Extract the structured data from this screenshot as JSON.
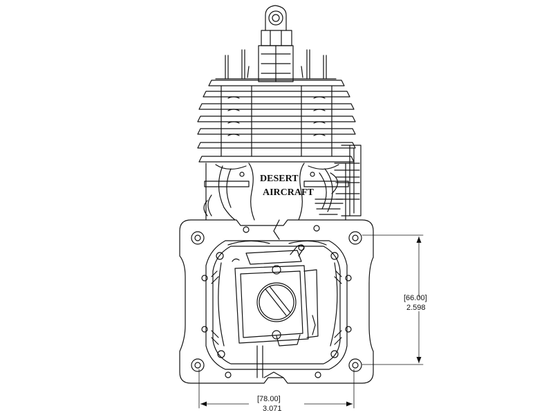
{
  "logo": {
    "line1": "DESERT",
    "line2": "AIRCRAFT"
  },
  "dimensions": {
    "vertical": {
      "metric": "[66.00]",
      "imperial": "2.598"
    },
    "horizontal": {
      "metric": "[78.00]",
      "imperial": "3.071"
    }
  },
  "colors": {
    "line": "#111111",
    "background": "#ffffff"
  }
}
